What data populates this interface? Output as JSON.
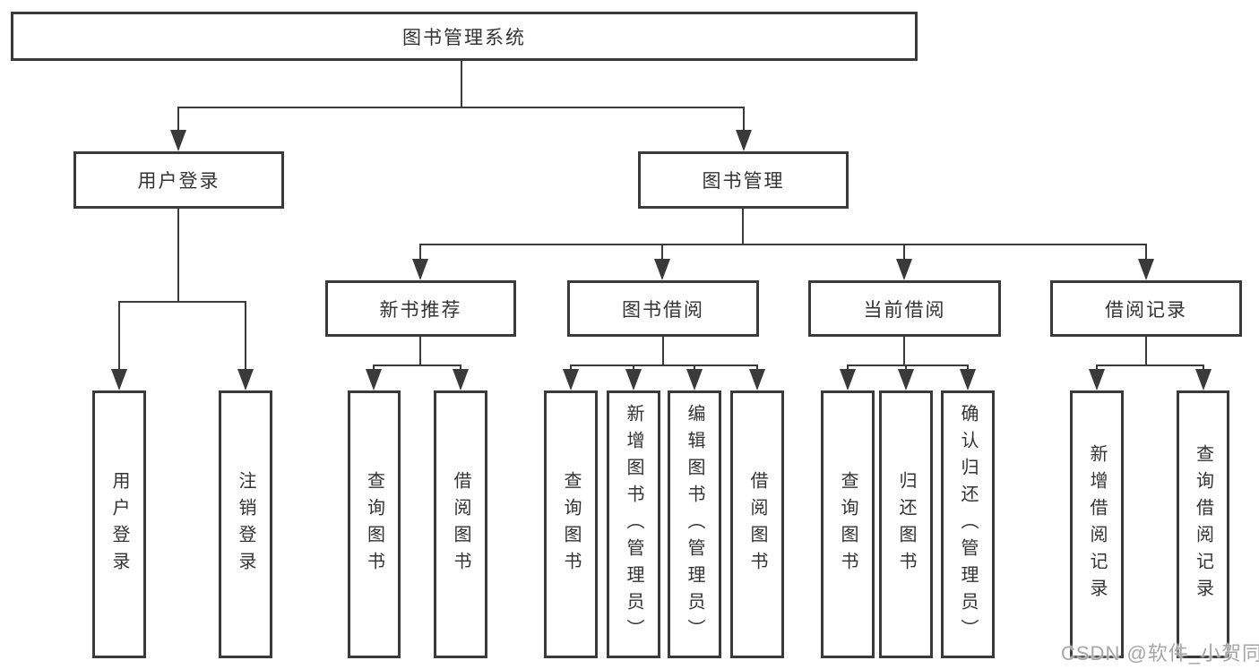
{
  "colors": {
    "line": "#3a3a3a",
    "text": "#333333",
    "watermark": "#a6a6a6"
  },
  "nodes": {
    "root": {
      "label": "图书管理系统"
    },
    "level2": [
      {
        "label": "用户登录"
      },
      {
        "label": "图书管理"
      }
    ],
    "level3": [
      {
        "label": "新书推荐"
      },
      {
        "label": "图书借阅"
      },
      {
        "label": "当前借阅"
      },
      {
        "label": "借阅记录"
      }
    ],
    "leaves": {
      "login": [
        "用户登录",
        "注销登录"
      ],
      "recommend": [
        "查询图书",
        "借阅图书"
      ],
      "borrow": [
        "查询图书",
        "新增图书（管理员）",
        "编辑图书（管理员）",
        "借阅图书"
      ],
      "current": [
        "查询图书",
        "归还图书",
        "确认归还（管理员）"
      ],
      "records": [
        "新增借阅记录",
        "查询借阅记录"
      ]
    }
  },
  "watermark": {
    "text": "CSDN @软件_小贺同学"
  }
}
